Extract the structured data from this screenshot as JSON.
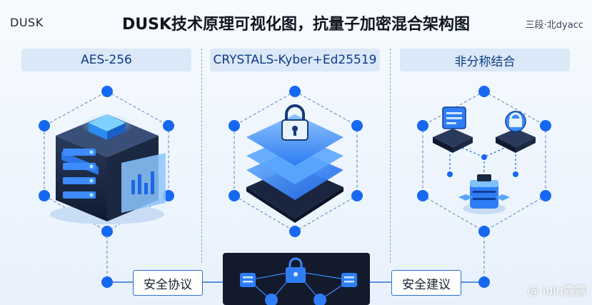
{
  "header": {
    "corner_left": "DUSK",
    "title": "DUSK技术原理可视化图，抗量子加密混合架构图",
    "corner_right": "三段·北dyacc"
  },
  "columns": [
    {
      "label": "AES-256",
      "icon": "server-stack-icon"
    },
    {
      "label": "CRYSTALS-Kyber+Ed25519",
      "icon": "padlock-layers-icon"
    },
    {
      "label": "非分称结合",
      "icon": "network-nodes-icon"
    }
  ],
  "bottom": {
    "left_label": "安全协议",
    "right_label": "安全建议",
    "center_icon": "padlock-network-icon"
  },
  "watermark": "@ lulu露露",
  "colors": {
    "accent": "#1668f0",
    "dark": "#162036",
    "pill_bg": "#dbe8f8"
  }
}
